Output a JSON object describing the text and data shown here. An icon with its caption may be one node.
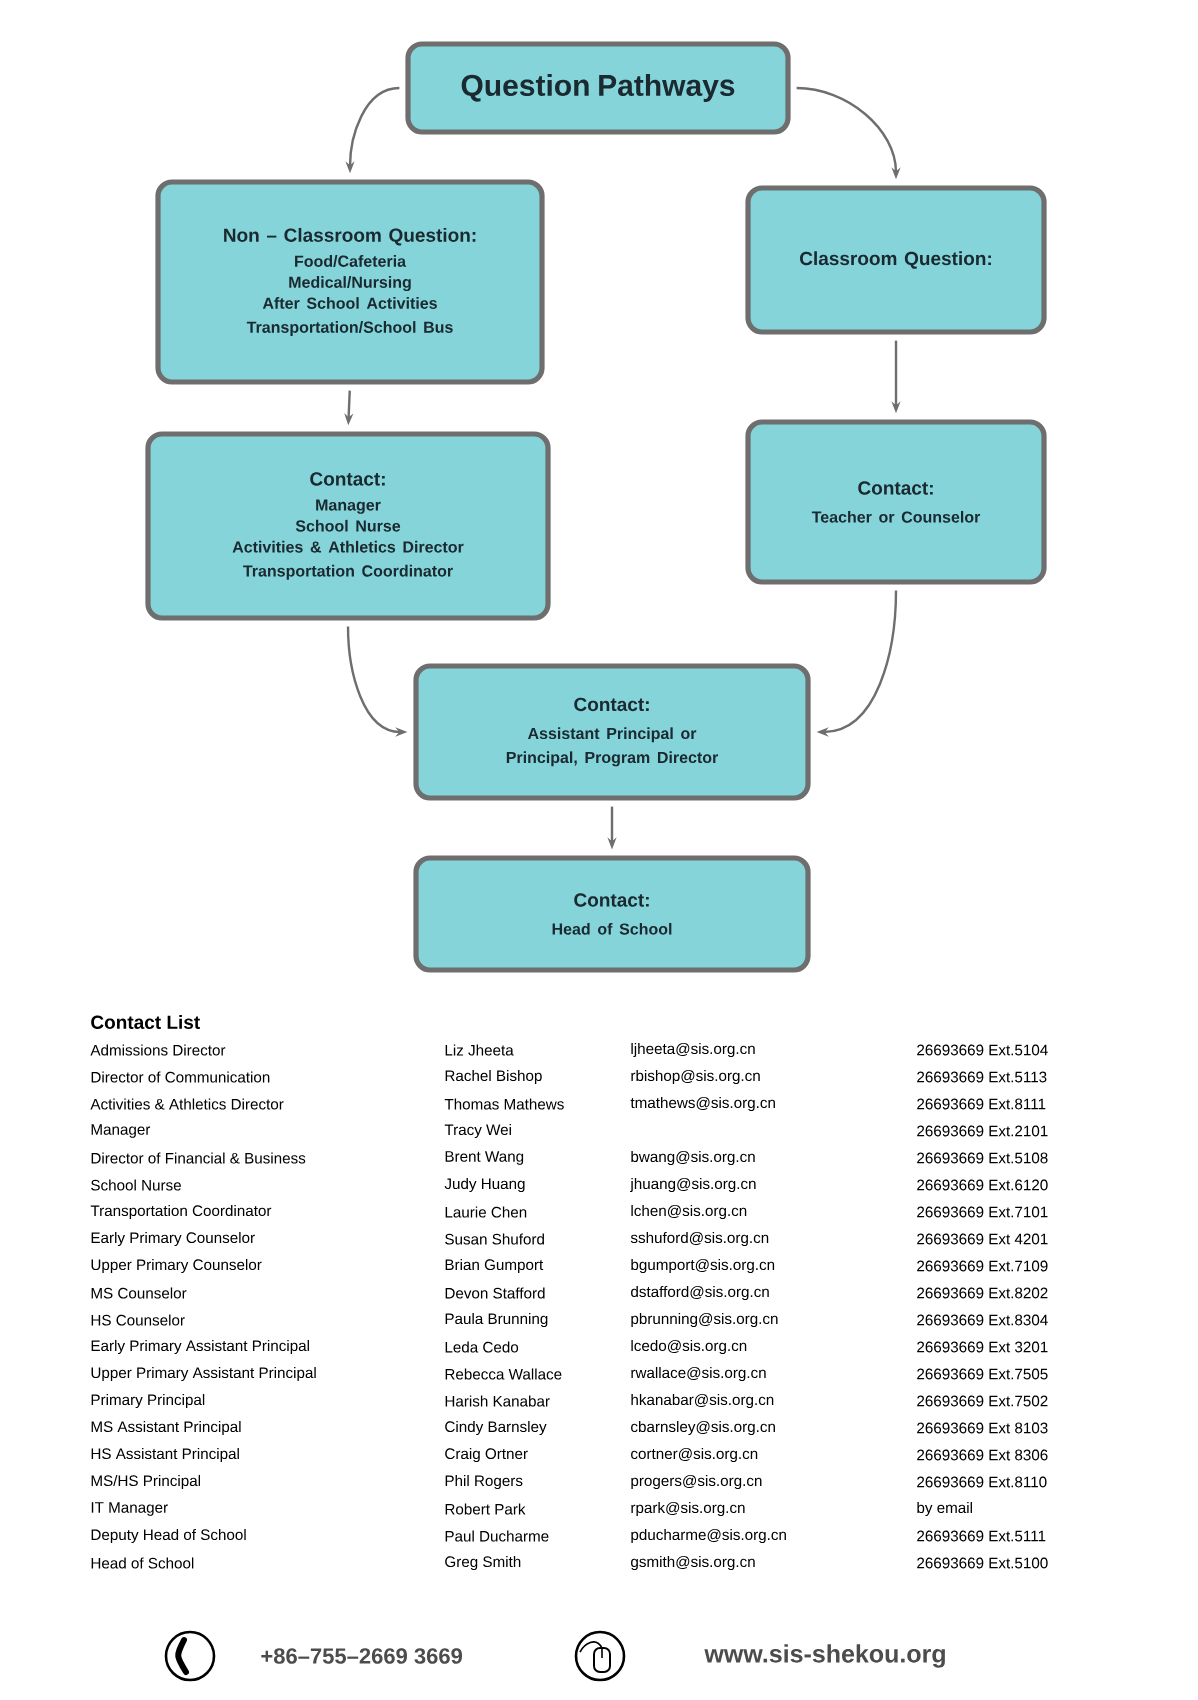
{
  "diagram": {
    "nodes": [
      {
        "text": [
          "Question Pathways"
        ]
      },
      {
        "text": [
          "Non – Classroom Question:",
          "Food/Cafeteria",
          "Medical/Nursing",
          "After School Activities",
          "Transportation/School Bus"
        ]
      },
      {
        "text": [
          "Classroom Question:"
        ]
      },
      {
        "text": [
          "Contact:",
          "Manager",
          "School Nurse",
          "Activities & Athletics Director",
          "Transportation Coordinator"
        ]
      },
      {
        "text": [
          "Contact:",
          "Teacher or Counselor"
        ]
      },
      {
        "text": [
          "Contact:",
          "Assistant Principal or Principal, Program Director"
        ]
      },
      {
        "text": [
          "Contact:",
          "Head of School"
        ]
      }
    ],
    "edges": [
      {
        "from": 0,
        "to": 1,
        "arrow": "to"
      },
      {
        "from": 0,
        "to": 2,
        "arrow": "to"
      },
      {
        "from": 1,
        "to": 3,
        "arrow": "to"
      },
      {
        "from": 2,
        "to": 4,
        "arrow": "to"
      },
      {
        "from": 3,
        "to": 5,
        "arrow": "to"
      },
      {
        "from": 4,
        "to": 5,
        "arrow": "to"
      },
      {
        "from": 5,
        "to": 6,
        "arrow": "to"
      }
    ],
    "labels": [
      "Contact List",
      "Admissions Director",
      "Liz Jheeta",
      "ljheeta@sis.org.cn",
      "26693669 Ext.5104",
      "Director of Communication",
      "Rachel Bishop",
      "rbishop@sis.org.cn",
      "26693669 Ext.5113",
      "Activities & Athletics Director",
      "Thomas Mathews",
      "tmathews@sis.org.cn",
      "26693669 Ext.8111",
      "Manager",
      "Tracy Wei",
      "26693669 Ext.2101",
      "Director of Financial & Business",
      "Brent Wang",
      "bwang@sis.org.cn",
      "26693669 Ext.5108",
      "School Nurse",
      "Judy Huang",
      "jhuang@sis.org.cn",
      "26693669 Ext.6120",
      "Transportation Coordinator",
      "Laurie Chen",
      "lchen@sis.org.cn",
      "26693669 Ext.7101",
      "Early Primary Counselor",
      "Susan Shuford",
      "sshuford@sis.org.cn",
      "26693669 Ext 4201",
      "Upper Primary Counselor",
      "Brian Gumport",
      "bgumport@sis.org.cn",
      "26693669 Ext.7109",
      "MS Counselor",
      "Devon Stafford",
      "dstafford@sis.org.cn",
      "26693669 Ext.8202",
      "HS Counselor",
      "Paula Brunning",
      "pbrunning@sis.org.cn",
      "26693669 Ext.8304",
      "Early Primary Assistant Principal",
      "Leda Cedo",
      "lcedo@sis.org.cn",
      "26693669 Ext 3201",
      "Upper Primary Assistant Principal",
      "Rebecca Wallace",
      "rwallace@sis.org.cn",
      "26693669 Ext.7505",
      "Primary Principal",
      "Harish Kanabar",
      "hkanabar@sis.org.cn",
      "26693669 Ext.7502",
      "MS Assistant Principal",
      "Cindy Barnsley",
      "cbarnsley@sis.org.cn",
      "26693669 Ext 8103",
      "HS Assistant Principal",
      "Craig Ortner",
      "cortner@sis.org.cn",
      "26693669 Ext 8306",
      "MS/HS Principal",
      "Phil Rogers",
      "progers@sis.org.cn",
      "26693669 Ext.8110",
      "IT Manager",
      "Robert Park",
      "rpark@sis.org.cn",
      "by email",
      "Deputy Head of School",
      "Paul Ducharme",
      "pducharme@sis.org.cn",
      "26693669 Ext.5111",
      "Head of School",
      "Greg Smith",
      "gsmith@sis.org.cn",
      "26693669 Ext.5100",
      "+86–755–2669 3669",
      "www.sis-shekou.org"
    ]
  }
}
